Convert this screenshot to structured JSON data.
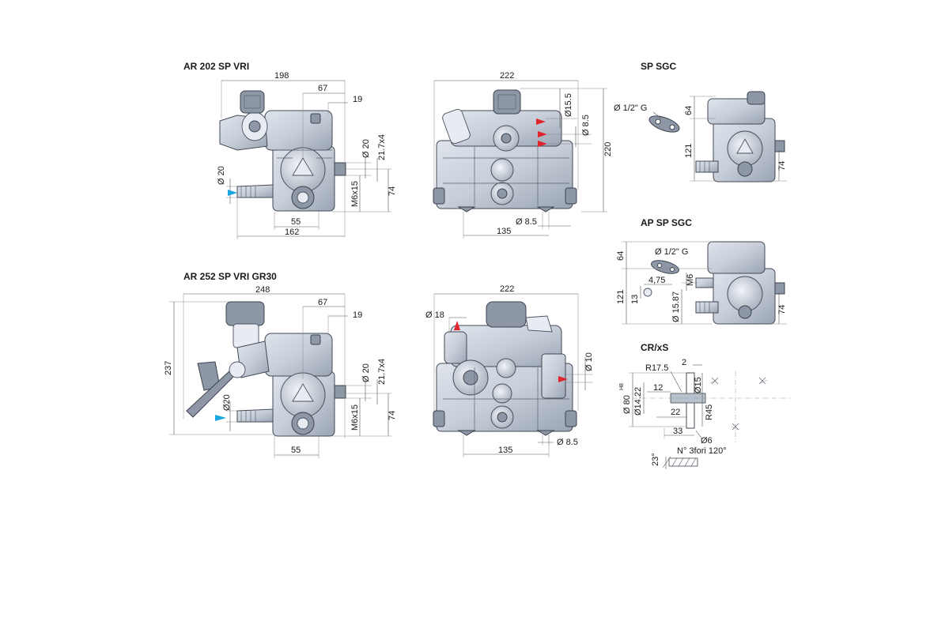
{
  "colors": {
    "pump_body": "#c7ced9",
    "pump_shade": "#9aa4b3",
    "outline": "#444a55",
    "arrow_red": "#e0242a",
    "arrow_cyan": "#1aa6e0",
    "dimension": "#555555"
  },
  "groups": {
    "ar202": {
      "title": "AR 202  SP VRI",
      "dims": {
        "width_total": "198",
        "d67": "67",
        "d19": "19",
        "d20a": "Ø 20",
        "thread": "21.7x4",
        "d20b": "Ø 20",
        "m6": "M6x15",
        "d74": "74",
        "d55": "55",
        "d162": "162"
      }
    },
    "ar202_front": {
      "dims": {
        "w222": "222",
        "d15_5": "Ø15.5",
        "d8_5v": "Ø 8.5",
        "h220": "220",
        "d8_5h": "Ø 8.5",
        "w135": "135"
      }
    },
    "sp_sgc": {
      "title": "SP SGC",
      "dims": {
        "port": "Ø 1/2\" G",
        "h64": "64",
        "h121": "121",
        "h74": "74"
      }
    },
    "ap_sp_sgc": {
      "title": "AP SP SGC",
      "dims": {
        "h64": "64",
        "port": "Ø 1/2\" G",
        "d4_75": "4,75",
        "m6": "M6",
        "h121": "121",
        "d13": "13",
        "d15_87": "Ø 15.87",
        "h74": "74"
      }
    },
    "ar252": {
      "title": "AR 252  SP VRI GR30",
      "dims": {
        "w248": "248",
        "d67": "67",
        "d19": "19",
        "h237": "237",
        "d20a": "Ø 20",
        "thread": "21.7x4",
        "d20b": "Ø20",
        "m6": "M6x15",
        "d74": "74",
        "d55": "55"
      }
    },
    "ar252_front": {
      "dims": {
        "w222": "222",
        "d18": "Ø 18",
        "d10": "Ø 10",
        "d8_5": "Ø 8.5",
        "w135": "135"
      }
    },
    "cr_xs": {
      "title": "CR/xS",
      "dims": {
        "d2": "2",
        "r17_5": "R17.5",
        "d12": "12",
        "d15": "Ø15",
        "d80": "Ø 80",
        "tol": "H8",
        "d14_22": "Ø14.22",
        "d22": "22",
        "r45": "R45",
        "d33": "33",
        "d6": "Ø6",
        "holes": "N° 3fori 120°",
        "a23": "23°"
      }
    }
  }
}
